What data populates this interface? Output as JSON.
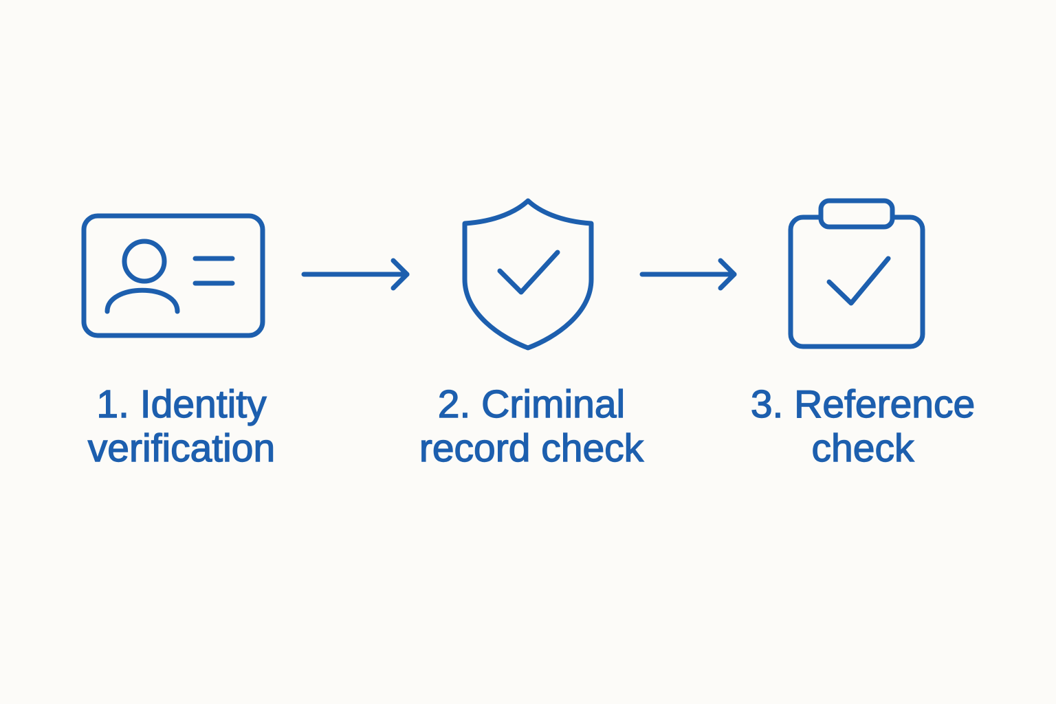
{
  "colors": {
    "background": "#fcfbf8",
    "accent": "#1d5fae"
  },
  "steps": [
    {
      "icon": "id-card-icon",
      "label_line1": "1. Identity",
      "label_line2": "verification"
    },
    {
      "icon": "shield-check-icon",
      "label_line1": "2. Criminal",
      "label_line2": "record check"
    },
    {
      "icon": "clipboard-check-icon",
      "label_line1": "3. Reference",
      "label_line2": "check"
    }
  ],
  "connectors": [
    {
      "icon": "arrow-right-icon"
    },
    {
      "icon": "arrow-right-icon"
    }
  ]
}
